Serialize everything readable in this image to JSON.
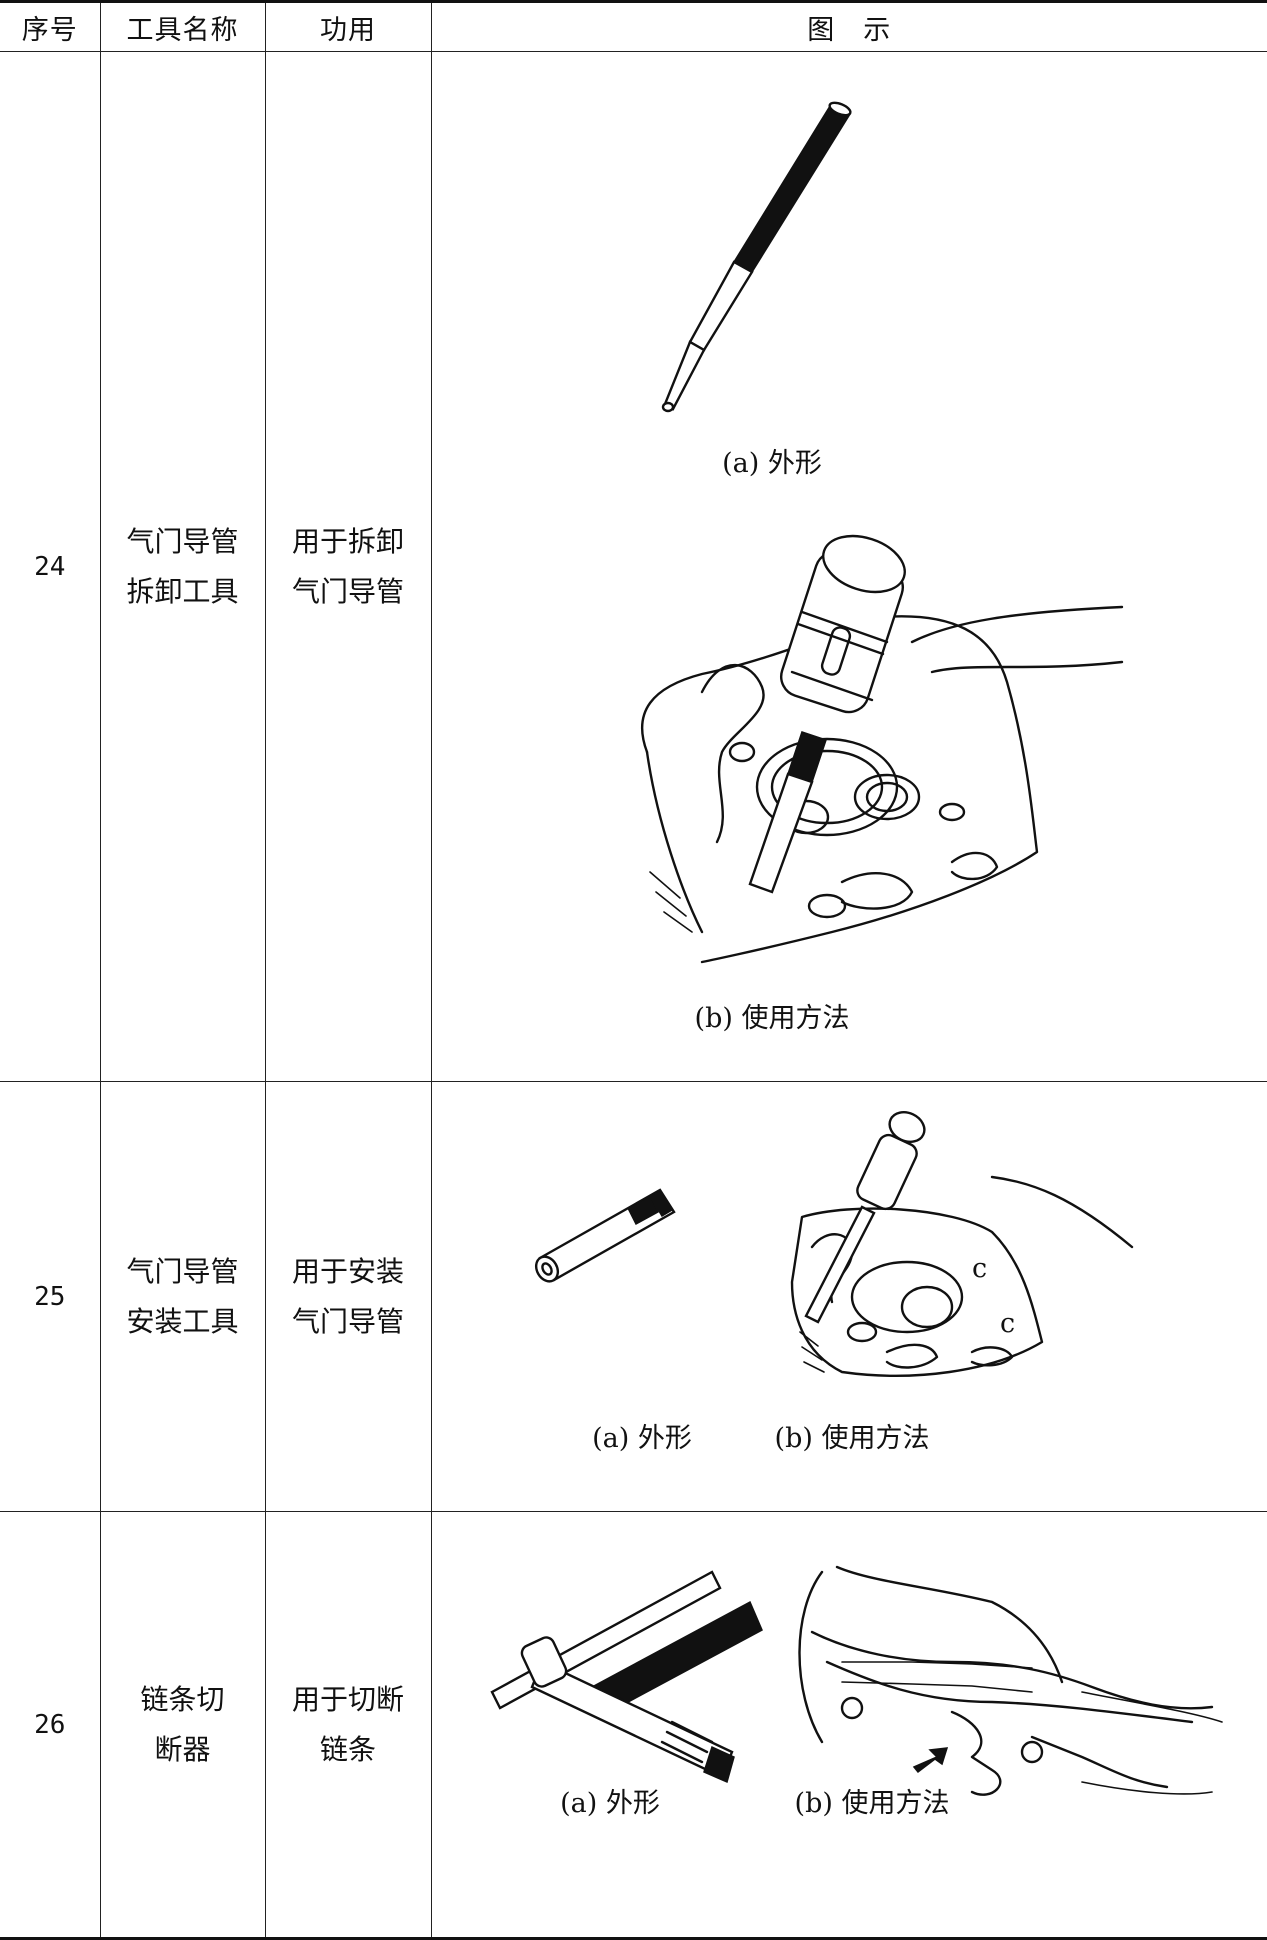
{
  "header": {
    "col_no": "序号",
    "col_name": "工具名称",
    "col_use": "功用",
    "col_fig": "图　示"
  },
  "rows": [
    {
      "no": "24",
      "name_lines": [
        "气门导管",
        "拆卸工具"
      ],
      "use_lines": [
        "用于拆卸",
        "气门导管"
      ],
      "captions": {
        "a": "(a) 外形",
        "b": "(b) 使用方法"
      }
    },
    {
      "no": "25",
      "name_lines": [
        "气门导管",
        "安装工具"
      ],
      "use_lines": [
        "用于安装",
        "气门导管"
      ],
      "captions": {
        "a": "(a) 外形",
        "b": "(b) 使用方法"
      },
      "marks": [
        "c",
        "c"
      ]
    },
    {
      "no": "26",
      "name_lines": [
        "链条切",
        "断器"
      ],
      "use_lines": [
        "用于切断",
        "链条"
      ],
      "captions": {
        "a": "(a) 外形",
        "b": "(b) 使用方法"
      }
    }
  ]
}
